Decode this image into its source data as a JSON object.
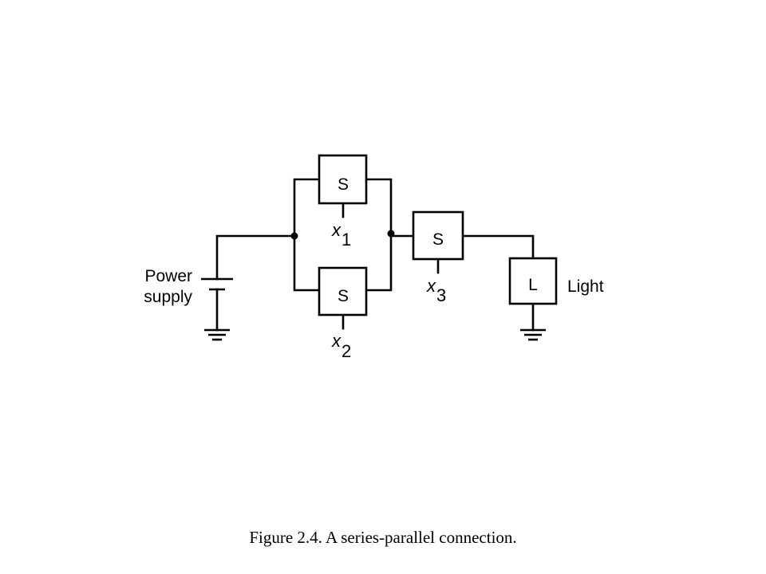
{
  "diagram": {
    "switch_symbol": "S",
    "light_symbol": "L",
    "inputs": [
      {
        "var": "x",
        "sub": "1"
      },
      {
        "var": "x",
        "sub": "2"
      },
      {
        "var": "x",
        "sub": "3"
      }
    ],
    "power_label_line1": "Power",
    "power_label_line2": "supply",
    "light_label": "Light"
  },
  "caption": "Figure 2.4.  A series-parallel connection."
}
